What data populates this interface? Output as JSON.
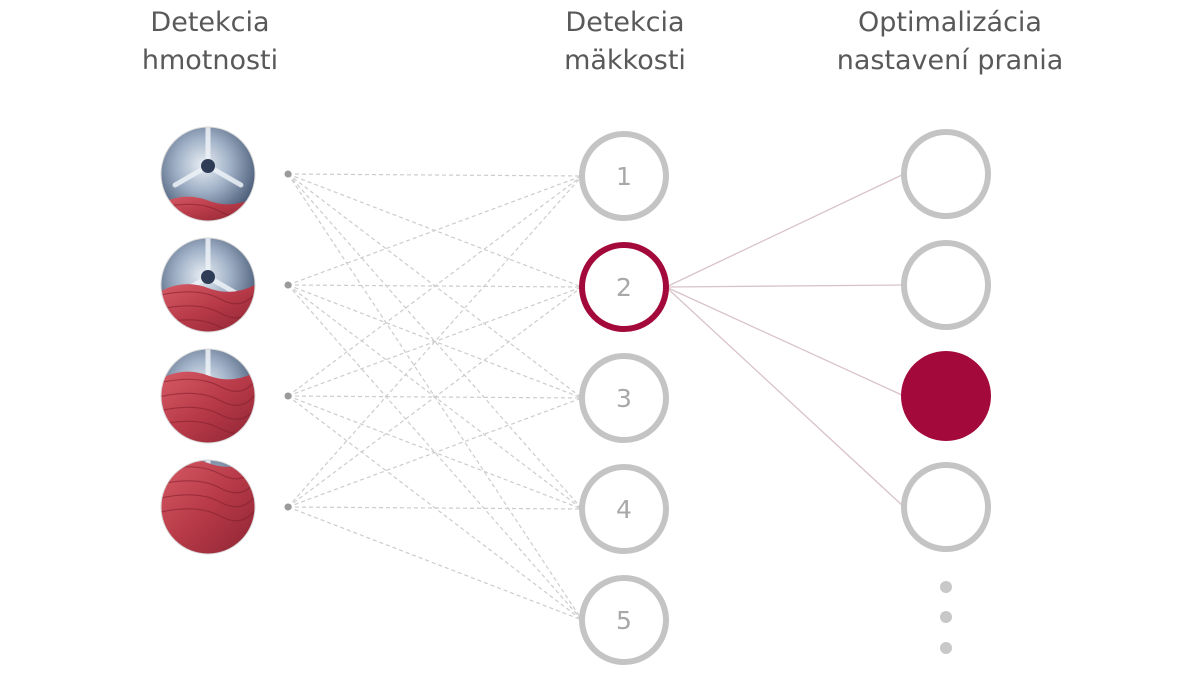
{
  "columns": {
    "weight_detection": {
      "line1": "Detekcia",
      "line2": "hmotnosti"
    },
    "softness_detection": {
      "line1": "Detekcia",
      "line2": "mäkkosti"
    },
    "wash_optimization": {
      "line1": "Optimalizácia",
      "line2": "nastavení prania"
    }
  },
  "load_levels": [
    {
      "fill": 0.25
    },
    {
      "fill": 0.5
    },
    {
      "fill": 0.75
    },
    {
      "fill": 1.0
    }
  ],
  "softness_levels": [
    {
      "label": "1",
      "selected": false
    },
    {
      "label": "2",
      "selected": true
    },
    {
      "label": "3",
      "selected": false
    },
    {
      "label": "4",
      "selected": false
    },
    {
      "label": "5",
      "selected": false
    }
  ],
  "wash_settings": [
    {
      "selected": false
    },
    {
      "selected": false
    },
    {
      "selected": true
    },
    {
      "selected": false
    }
  ],
  "more_indicator": "ellipsis-vertical-icon",
  "colors": {
    "accent": "#a3093a",
    "node_ring": "#c4c4c4",
    "dashed_line": "#cccccc",
    "solid_line": "#d9c3ca",
    "title_text": "#595959",
    "fabric": "#b83a48",
    "drum": "#7a8ea8"
  }
}
